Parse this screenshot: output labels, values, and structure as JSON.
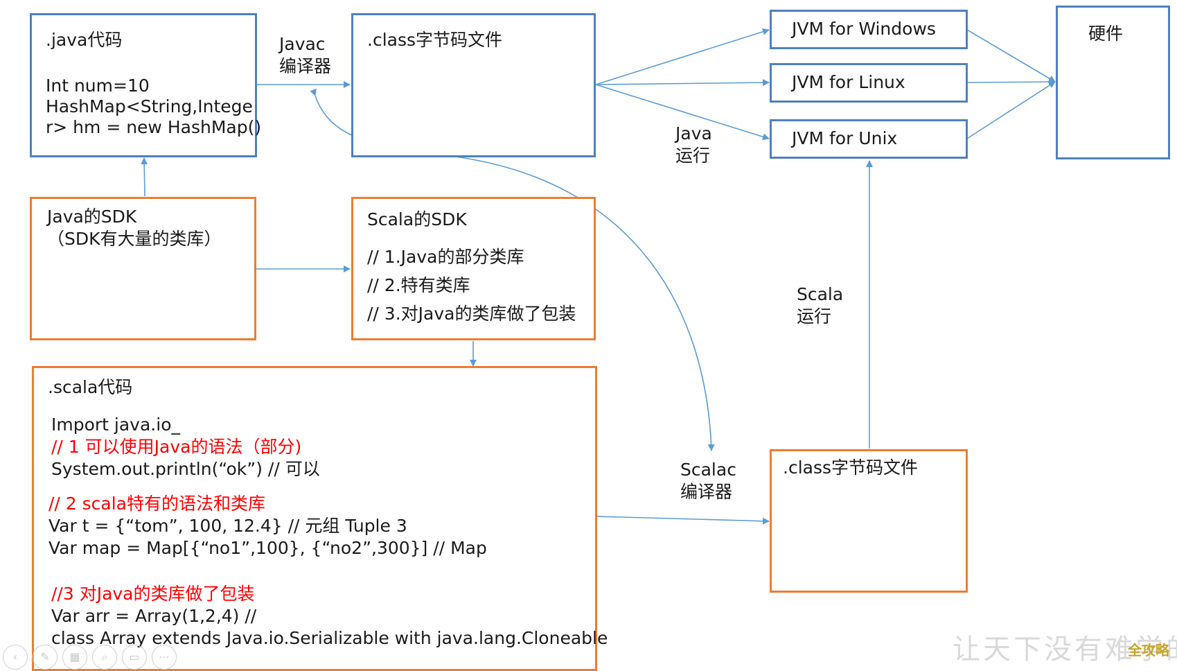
{
  "java_code": {
    "title": ".java代码",
    "lines": [
      "Int num=10",
      "HashMap<String,Intege",
      "r> hm = new HashMap()"
    ]
  },
  "javac_label": [
    "Javac",
    "编译器"
  ],
  "class_file_top": {
    "title": ".class字节码文件"
  },
  "jvm": {
    "windows": "JVM for Windows",
    "linux": "JVM for Linux",
    "unix": "JVM for Unix"
  },
  "hardware": "硬件",
  "java_run_label": [
    "Java",
    "运行"
  ],
  "java_sdk": {
    "title": "Java的SDK",
    "subtitle": "（SDK有大量的类库）"
  },
  "scala_sdk": {
    "title": "Scala的SDK",
    "lines": [
      "// 1.Java的部分类库",
      " // 2.特有类库",
      "// 3.对Java的类库做了包装"
    ]
  },
  "scala_run_label": [
    "Scala",
    "运行"
  ],
  "scalac_label": [
    "Scalac",
    "编译器"
  ],
  "class_file_bottom": {
    "title": ".class字节码文件"
  },
  "scala_code": {
    "title": ".scala代码",
    "lines": [
      {
        "text": "Import java.io_",
        "color": "black"
      },
      {
        "text": "// 1 可以使用Java的语法（部分)",
        "color": "red"
      },
      {
        "text": "System.out.println(“ok”)  // 可以",
        "color": "black"
      },
      {
        "text": "// 2 scala特有的语法和类库",
        "color": "red"
      },
      {
        "text": "Var t = {“tom”, 100, 12.4} // 元组 Tuple 3",
        "color": "black"
      },
      {
        "text": "Var map = Map[{“no1”,100}, {“no2”,300}]  // Map",
        "color": "black"
      },
      {
        "text": "//3 对Java的类库做了包装",
        "color": "red"
      },
      {
        "text": "Var arr = Array(1,2,4) //",
        "color": "black"
      },
      {
        "text": "class Array extends Java.io.Serializable with java.lang.Cloneable",
        "color": "black"
      }
    ]
  },
  "watermark": {
    "main": "让天下没有难学的",
    "badge": "全攻略"
  },
  "colors": {
    "blue_border": "#4f81bd",
    "orange_border": "#ed7d31",
    "arrow": "#5b9bd5",
    "red_text": "#ff0000"
  }
}
